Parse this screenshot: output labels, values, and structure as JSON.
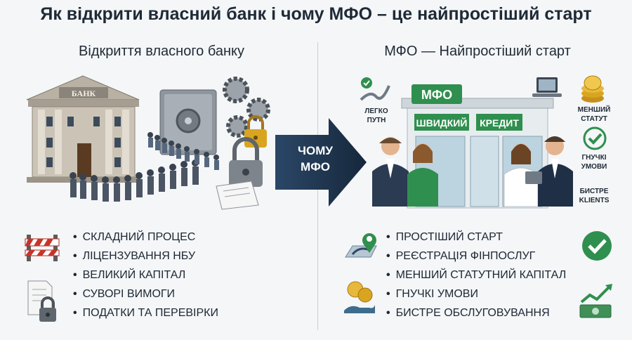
{
  "title": "Як відкрити власний банк і чому МФО – це найпростіший старт",
  "left": {
    "subtitle": "Відкриття власного банку",
    "bank_sign": "БАНК",
    "items": [
      "СКЛАДНИЙ ПРОЦЕС",
      "ЛІЦЕНЗУВАННЯ НБУ",
      "ВЕЛИКИЙ КАПІТАЛ",
      "СУВОРІ ВИМОГИ",
      "ПОДАТКИ ТА ПЕРЕВІРКИ"
    ]
  },
  "center": {
    "line1": "ЧОМУ",
    "line2": "МФО"
  },
  "right": {
    "subtitle": "МФО — Найпростіший старт",
    "sign_top": "МФО",
    "sign_left": "ШВИДКИЙ",
    "sign_right": "КРЕДИТ",
    "features": {
      "easy_path": [
        "ЛЕГКО",
        "ПУТН"
      ],
      "smaller_charter": [
        "МЕНШИЙ",
        "СТАТУТ"
      ],
      "flexible": [
        "ГНУЧКІ",
        "УМОВИ"
      ],
      "fast": [
        "БИСТРЕ",
        "KLIENTS"
      ]
    },
    "items": [
      "ПРОСТІШИЙ СТАРТ",
      "РЕЄСТРАЦІЯ ФІНПОСЛУГ",
      "МЕНШИЙ СТАТУТНИЙ КАПІТАЛ",
      "ГНУЧКІ УМОВИ",
      "БИСТРЕ ОБСЛУГОВУВАННЯ"
    ]
  },
  "colors": {
    "green": "#2f8f4e",
    "navy": "#1e3a5f",
    "gold": "#d9a521"
  }
}
